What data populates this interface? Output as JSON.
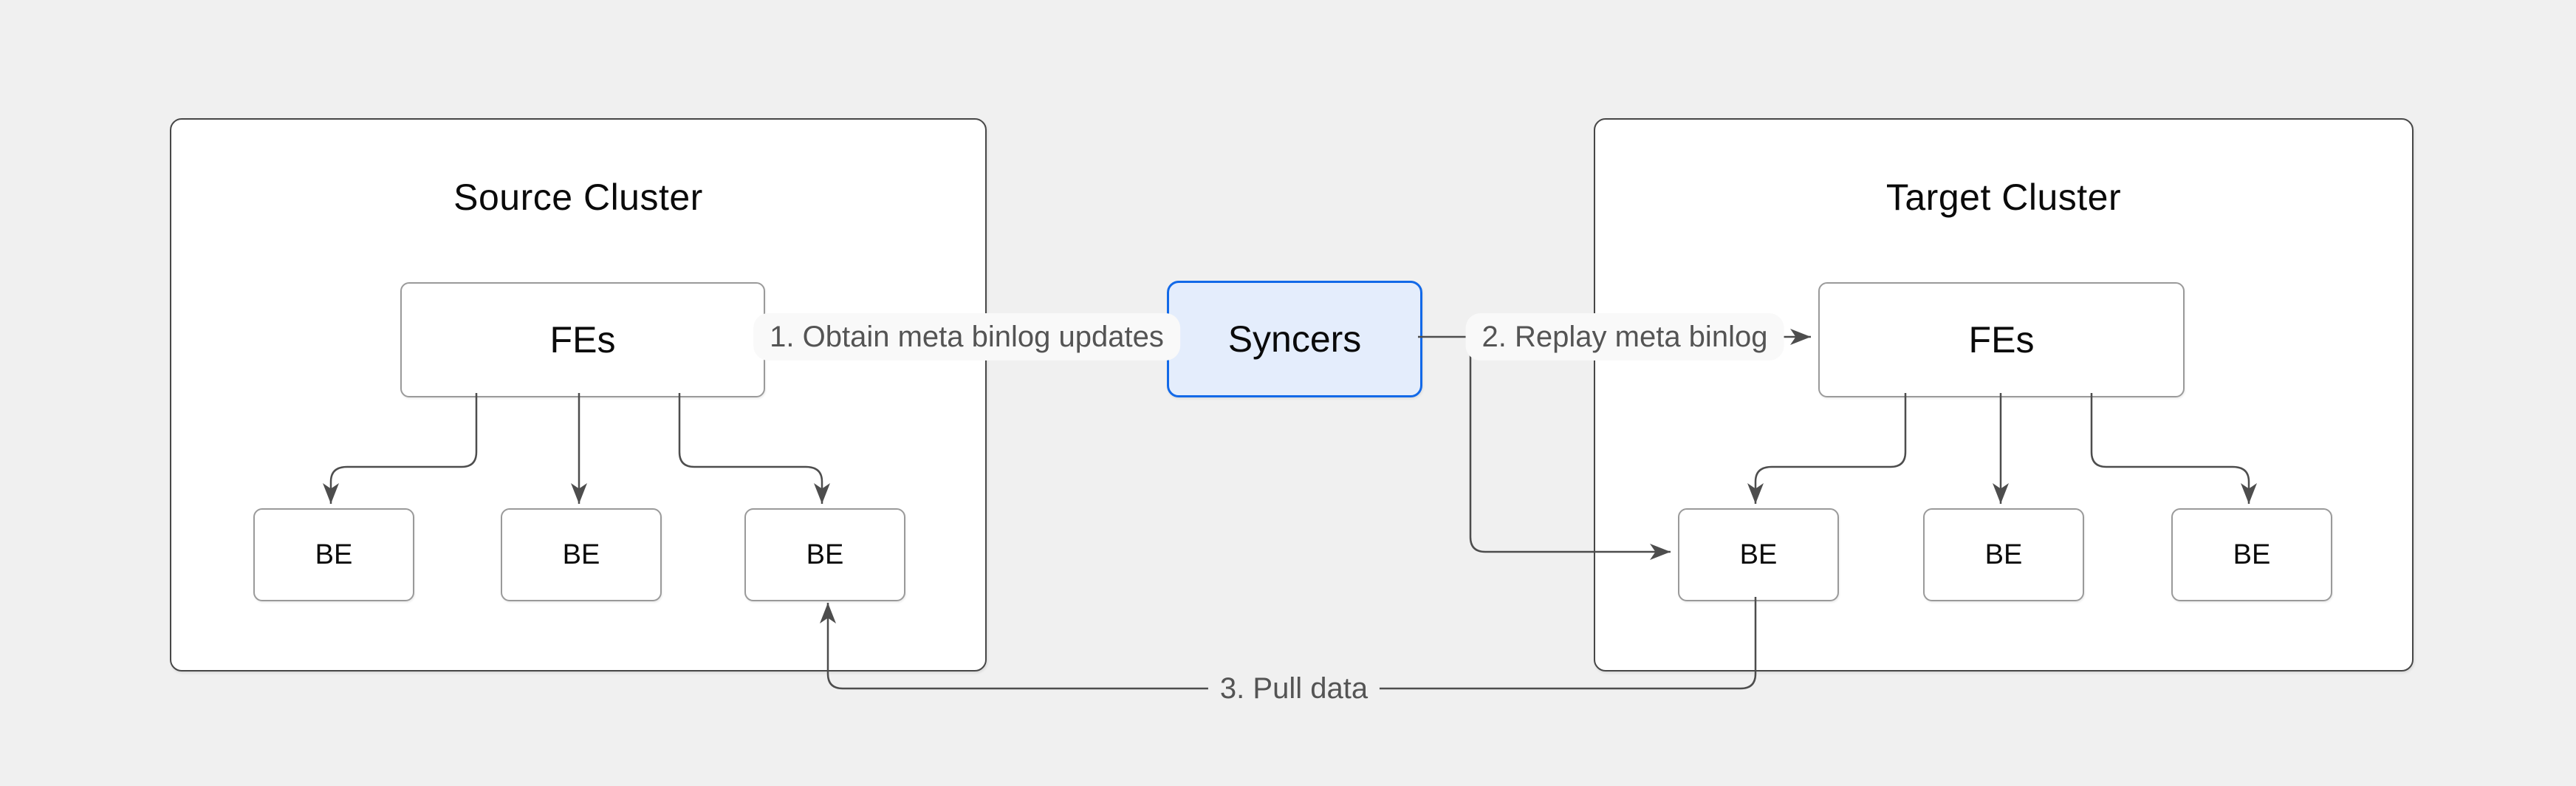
{
  "diagram": {
    "source_cluster": {
      "title": "Source Cluster",
      "fe_label": "FEs",
      "be_labels": [
        "BE",
        "BE",
        "BE"
      ]
    },
    "syncer": {
      "label": "Syncers"
    },
    "target_cluster": {
      "title": "Target Cluster",
      "fe_label": "FEs",
      "be_labels": [
        "BE",
        "BE",
        "BE"
      ]
    },
    "edge_labels": {
      "step1": "1. Obtain meta binlog updates",
      "step2": "2. Replay meta binlog",
      "step3": "3. Pull data"
    },
    "colors": {
      "page_background": "#f0f0f0",
      "cluster_fill": "#ffffff",
      "cluster_border": "#474747",
      "node_fill": "#ffffff",
      "node_border": "#9a9a9a",
      "syncer_fill": "#e4edfc",
      "syncer_border": "#1269e8",
      "edge": "#4d4d4d",
      "edge_label_text": "#545454",
      "edge_label_background": "#f9f9f9",
      "text": "#0a0a0a"
    }
  }
}
